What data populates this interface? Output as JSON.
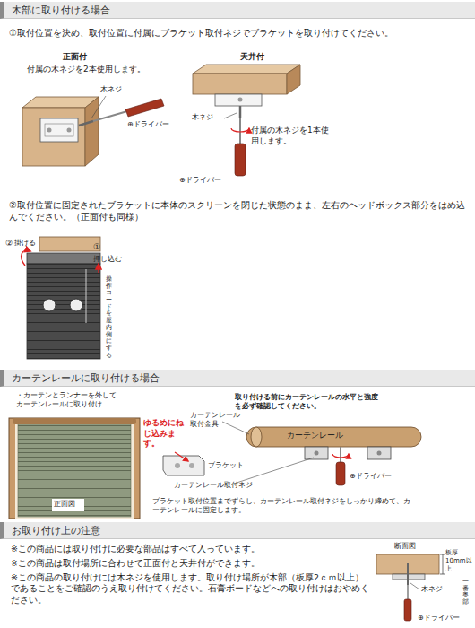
{
  "diagram": {
    "nodes": [
      {
        "text": [
          "木部に取り付ける場合"
        ]
      },
      {
        "text": [
          "カーテンレールに取り付ける場合"
        ]
      },
      {
        "text": [
          "お取り付け上の注意"
        ]
      }
    ],
    "labels": [
      "①取付位置を決め、取付位置に付属にブラケット取付ネジでブラケットを取り付けてください。",
      "正面付",
      "付属の木ネジを2本使用します。",
      "木ネジ",
      "⊕ドライバー",
      "天井付",
      "木ネジ",
      "付属の木ネジを1本使用します。",
      "⊕ドライバー",
      "②取付位置に固定されたブラケットに本体のスクリーンを閉じた状態のまま、左右のヘッドボックス部分をはめ込んでください。（正面付も同様）",
      "②",
      "掛ける",
      "①",
      "押し込む",
      "操作コードを屋内側にする",
      "・カーテンとランナーを外して カーテンレールに取り付け",
      "正面図",
      "取り付ける前にカーテンレールの水平と強度を必ず確認してください。",
      "ゆるめにねじ込みます。",
      "カーテンレール取付金具",
      "カーテンレール",
      "ブラケット",
      "⊕ドライバー",
      "カーテンレール取付ネジ",
      "ブラケット取付位置までずらし、カーテンレール取付ネジをしっかり締めて、カーテンレールに固定します。",
      "※この商品には取り付けに必要な部品はすべて入っています。",
      "※この商品は取付場所に合わせて正面付と天井付ができます。",
      "※この商品の取り付けには木ネジを使用します。取り付け場所が木部（板厚2ｃｍ以上）であることをご確認のうえ取り付けてください。石膏ボードなどへの取り付けはおやめください。",
      "断面図",
      "板厚10mm以上",
      "一番奥部",
      "木ネジ",
      "⊕ドライバー"
    ]
  }
}
